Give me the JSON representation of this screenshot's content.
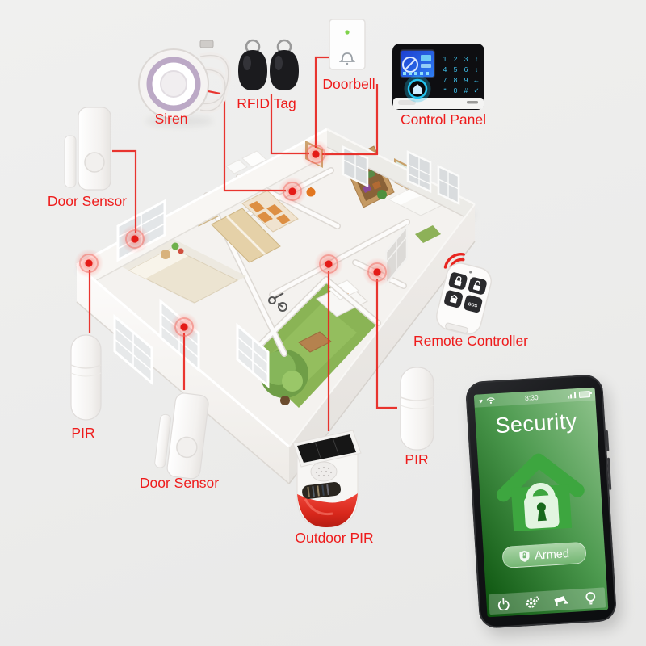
{
  "page": {
    "background": "#ececec"
  },
  "palette": {
    "label_red": "#ee1c1c",
    "line_red": "#e8251f",
    "dot_red": "#e41b17",
    "phone_green_dark": "#0a520c",
    "phone_green_light": "#8fc38c",
    "house_icon_green": "#3da63f",
    "panel_screen_blue": "#2a6cf0",
    "grass_green": "#8ab455"
  },
  "devices": {
    "siren": {
      "label": "Siren"
    },
    "rfid": {
      "label": "RFID Tag"
    },
    "doorbell": {
      "label": "Doorbell"
    },
    "control_panel": {
      "label": "Control Panel",
      "keypad": [
        [
          "1",
          "2",
          "3",
          "↑"
        ],
        [
          "4",
          "5",
          "6",
          "↓"
        ],
        [
          "7",
          "8",
          "9",
          "←"
        ],
        [
          "*",
          "0",
          "#",
          "✓"
        ]
      ]
    },
    "door_sensor_left": {
      "label": "Door Sensor"
    },
    "pir_left": {
      "label": "PIR"
    },
    "door_sensor_bottom": {
      "label": "Door Sensor"
    },
    "outdoor_pir": {
      "label": "Outdoor PIR"
    },
    "remote": {
      "label": "Remote Controller",
      "sos": "SOS"
    },
    "pir_right": {
      "label": "PIR"
    }
  },
  "phone": {
    "time": "8:30",
    "app_title": "Security",
    "armed_label": "Armed"
  }
}
